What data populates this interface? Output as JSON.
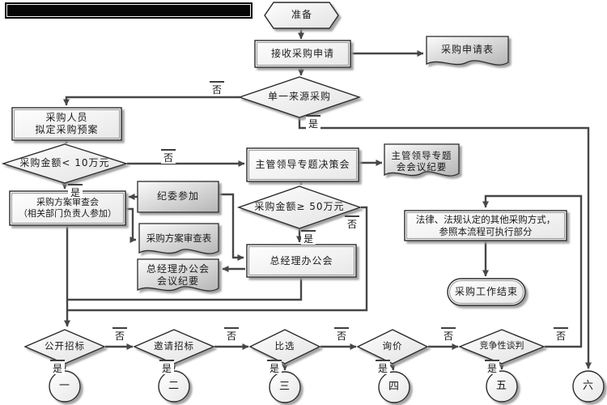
{
  "diagram": {
    "labels": {
      "yes": "是",
      "no": "否"
    },
    "nodes": {
      "prep": {
        "label": "准备"
      },
      "receive": {
        "label": "接收采购申请"
      },
      "apply_form": {
        "label": "采购申请表"
      },
      "single_source": {
        "label": "单一来源采购"
      },
      "draft_plan": {
        "lines": [
          "采购人员",
          "拟定采购预案"
        ]
      },
      "amount_lt_100k": {
        "label": "采购金额< 10万元"
      },
      "leader_meeting": {
        "label": "主管领导专题决策会"
      },
      "leader_minutes": {
        "lines": [
          "主管领导专题",
          "会会议纪要"
        ]
      },
      "plan_review_meeting": {
        "lines": [
          "采购方案审查会",
          "（相关部门负责人参加）"
        ]
      },
      "discipline_committee": {
        "label": "纪委参加"
      },
      "plan_review_form": {
        "label": "采购方案审查表"
      },
      "gm_minutes": {
        "lines": [
          "总经理办公会",
          "会议纪要"
        ]
      },
      "amount_ge_500k": {
        "label": "采购金额≥ 50万元"
      },
      "gm_meeting": {
        "label": "总经理办公会"
      },
      "other_methods": {
        "lines": [
          "法律、法规认定的其他采购方式，",
          "参照本流程可执行部分"
        ]
      },
      "end": {
        "label": "采购工作结束"
      },
      "open_bidding": {
        "label": "公开招标"
      },
      "invited_bidding": {
        "label": "邀请招标"
      },
      "comparison": {
        "label": "比选"
      },
      "inquiry": {
        "label": "询价"
      },
      "negotiation": {
        "label": "竞争性谈判"
      },
      "circle1": {
        "label": "一"
      },
      "circle2": {
        "label": "二"
      },
      "circle3": {
        "label": "三"
      },
      "circle4": {
        "label": "四"
      },
      "circle5": {
        "label": "五"
      },
      "circle6": {
        "label": "六"
      }
    },
    "colors": {
      "background": "#ffffff",
      "line": "#474747",
      "shape_border": "#2b2b2b",
      "shadow": "#999999",
      "doc_fill_dark": "#b5b5b5",
      "title_bar": "#060606"
    }
  }
}
